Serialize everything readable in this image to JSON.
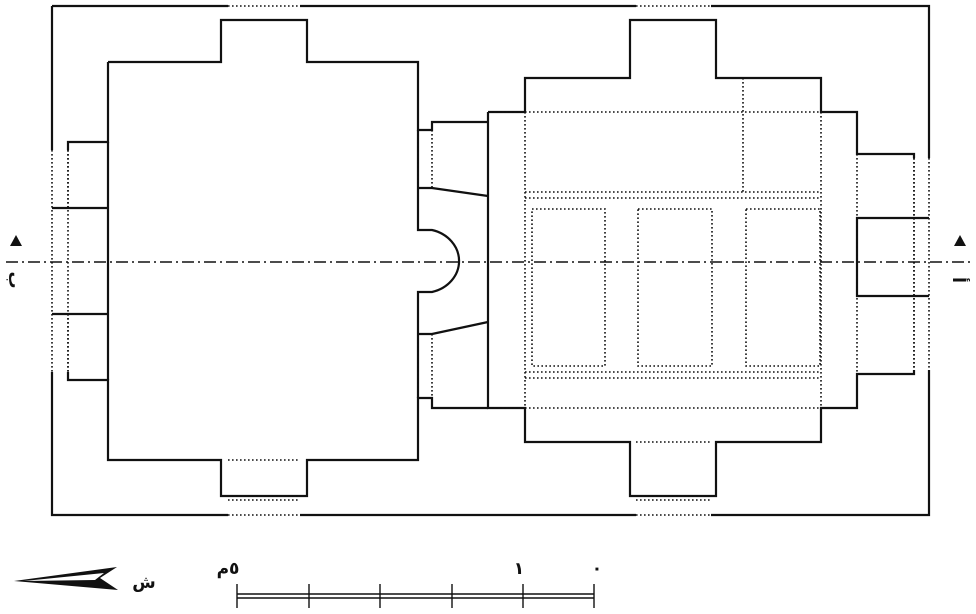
{
  "section_markers": {
    "right": "أ",
    "left": "ب"
  },
  "north_label": "ش",
  "scale_bar": {
    "labels": {
      "zero": "٠",
      "one": "١",
      "five": "٥م"
    },
    "segments": 5
  }
}
